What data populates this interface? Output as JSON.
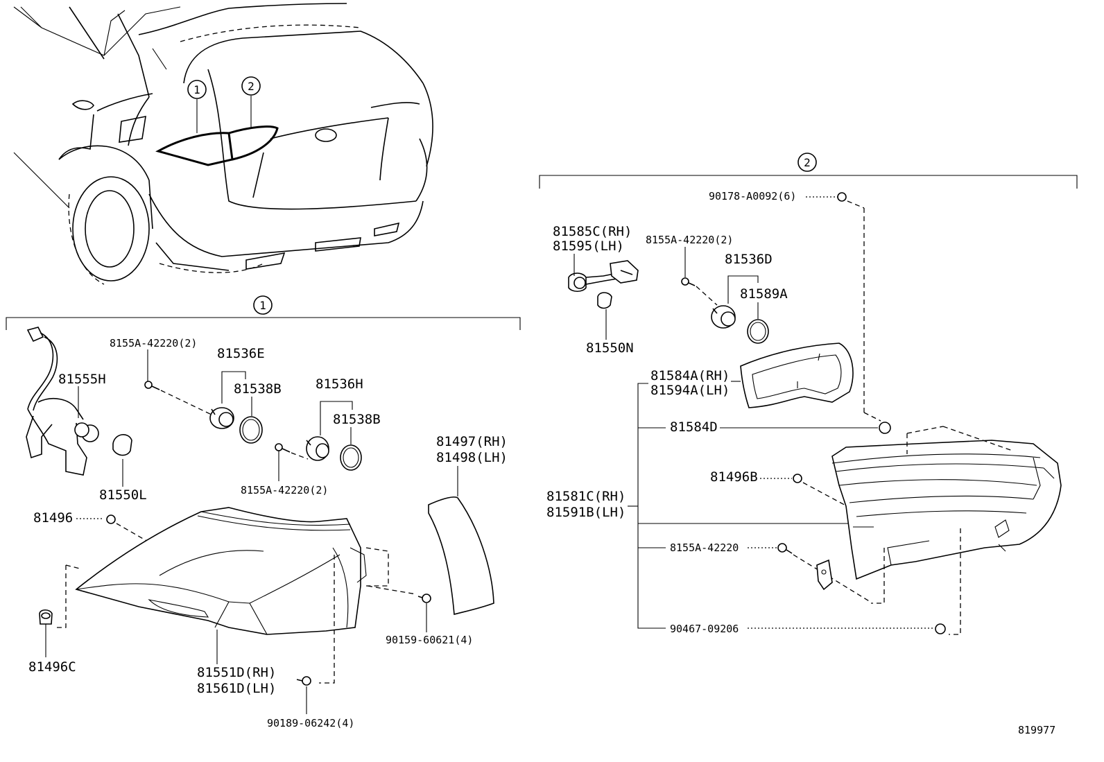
{
  "callouts": {
    "car_1": "1",
    "car_2": "2",
    "group_1": "1",
    "group_2": "2"
  },
  "left_group": {
    "p81555H": "81555H",
    "p81550L": "81550L",
    "screw_top": "8155A-42220(2)",
    "p81536E": "81536E",
    "p81538B_a": "81538B",
    "p81536H": "81536H",
    "p81538B_b": "81538B",
    "screw_mid": "8155A-42220(2)",
    "p81497": "81497(RH)",
    "p81498": "81498(LH)",
    "p81496": "81496",
    "p81496C": "81496C",
    "p81551D": "81551D(RH)",
    "p81561D": "81561D(LH)",
    "p90159": "90159-60621(4)",
    "p90189": "90189-06242(4)"
  },
  "right_group": {
    "p90178": "90178-A0092(6)",
    "p81585C": "81585C(RH)",
    "p81595": "81595(LH)",
    "screw_top": "8155A-42220(2)",
    "p81536D": "81536D",
    "p81589A": "81589A",
    "p81550N": "81550N",
    "p81584A": "81584A(RH)",
    "p81594A": "81594A(LH)",
    "p81584D": "81584D",
    "p81496B": "81496B",
    "p81581C": "81581C(RH)",
    "p81591B": "81591B(LH)",
    "screw_low": "8155A-42220",
    "p90467": "90467-09206"
  },
  "diagram_number": "819977"
}
